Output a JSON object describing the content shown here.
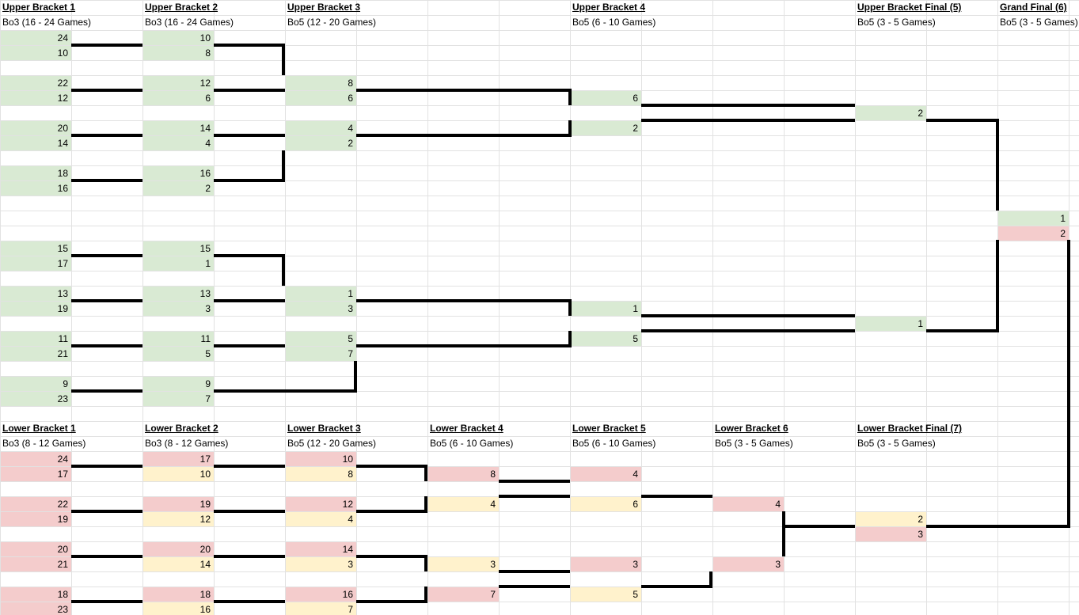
{
  "sheet": {
    "colors": {
      "background": "#ffffff",
      "gridline": "#e2e2e2",
      "line": "#000000",
      "text": "#000000",
      "green": "#d9ead3",
      "red": "#f4cccc",
      "yellow": "#fff2cc"
    },
    "headers": [
      {
        "col": 0,
        "row": 1,
        "title": "Upper Bracket 1",
        "sub": "Bo3 (16 - 24 Games)"
      },
      {
        "col": 2,
        "row": 1,
        "title": "Upper Bracket 2",
        "sub": "Bo3 (16 - 24 Games)"
      },
      {
        "col": 4,
        "row": 1,
        "title": "Upper Bracket 3",
        "sub": "Bo5 (12 - 20 Games)"
      },
      {
        "col": 8,
        "row": 1,
        "title": "Upper Bracket 4",
        "sub": "Bo5 (6 - 10 Games)"
      },
      {
        "col": 12,
        "row": 1,
        "title": "Upper Bracket Final (5)",
        "sub": "Bo5 (3 - 5 Games)"
      },
      {
        "col": 14,
        "row": 1,
        "title": "Grand Final (6)",
        "sub": "Bo5 (3 - 5 Games)"
      },
      {
        "col": 0,
        "row": 29,
        "title": "Lower Bracket 1",
        "sub": "Bo3 (8 - 12 Games)"
      },
      {
        "col": 2,
        "row": 29,
        "title": "Lower Bracket 2",
        "sub": "Bo3 (8 - 12 Games)"
      },
      {
        "col": 4,
        "row": 29,
        "title": "Lower Bracket 3",
        "sub": "Bo5 (12 - 20 Games)"
      },
      {
        "col": 6,
        "row": 29,
        "title": "Lower Bracket 4",
        "sub": "Bo5 (6 - 10 Games)"
      },
      {
        "col": 8,
        "row": 29,
        "title": "Lower Bracket 5",
        "sub": "Bo5 (6 - 10 Games)"
      },
      {
        "col": 10,
        "row": 29,
        "title": "Lower Bracket 6",
        "sub": "Bo5 (3 - 5 Games)"
      },
      {
        "col": 12,
        "row": 29,
        "title": "Lower Bracket Final (7)",
        "sub": "Bo5 (3 - 5 Games)"
      }
    ],
    "cells": [
      {
        "c": 0,
        "r": 3,
        "v": "24",
        "k": "g"
      },
      {
        "c": 0,
        "r": 4,
        "v": "10",
        "k": "g"
      },
      {
        "c": 0,
        "r": 6,
        "v": "22",
        "k": "g"
      },
      {
        "c": 0,
        "r": 7,
        "v": "12",
        "k": "g"
      },
      {
        "c": 0,
        "r": 9,
        "v": "20",
        "k": "g"
      },
      {
        "c": 0,
        "r": 10,
        "v": "14",
        "k": "g"
      },
      {
        "c": 0,
        "r": 12,
        "v": "18",
        "k": "g"
      },
      {
        "c": 0,
        "r": 13,
        "v": "16",
        "k": "g"
      },
      {
        "c": 0,
        "r": 17,
        "v": "15",
        "k": "g"
      },
      {
        "c": 0,
        "r": 18,
        "v": "17",
        "k": "g"
      },
      {
        "c": 0,
        "r": 20,
        "v": "13",
        "k": "g"
      },
      {
        "c": 0,
        "r": 21,
        "v": "19",
        "k": "g"
      },
      {
        "c": 0,
        "r": 23,
        "v": "11",
        "k": "g"
      },
      {
        "c": 0,
        "r": 24,
        "v": "21",
        "k": "g"
      },
      {
        "c": 0,
        "r": 26,
        "v": "9",
        "k": "g"
      },
      {
        "c": 0,
        "r": 27,
        "v": "23",
        "k": "g"
      },
      {
        "c": 2,
        "r": 3,
        "v": "10",
        "k": "g"
      },
      {
        "c": 2,
        "r": 4,
        "v": "8",
        "k": "g"
      },
      {
        "c": 2,
        "r": 6,
        "v": "12",
        "k": "g"
      },
      {
        "c": 2,
        "r": 7,
        "v": "6",
        "k": "g"
      },
      {
        "c": 2,
        "r": 9,
        "v": "14",
        "k": "g"
      },
      {
        "c": 2,
        "r": 10,
        "v": "4",
        "k": "g"
      },
      {
        "c": 2,
        "r": 12,
        "v": "16",
        "k": "g"
      },
      {
        "c": 2,
        "r": 13,
        "v": "2",
        "k": "g"
      },
      {
        "c": 2,
        "r": 17,
        "v": "15",
        "k": "g"
      },
      {
        "c": 2,
        "r": 18,
        "v": "1",
        "k": "g"
      },
      {
        "c": 2,
        "r": 20,
        "v": "13",
        "k": "g"
      },
      {
        "c": 2,
        "r": 21,
        "v": "3",
        "k": "g"
      },
      {
        "c": 2,
        "r": 23,
        "v": "11",
        "k": "g"
      },
      {
        "c": 2,
        "r": 24,
        "v": "5",
        "k": "g"
      },
      {
        "c": 2,
        "r": 26,
        "v": "9",
        "k": "g"
      },
      {
        "c": 2,
        "r": 27,
        "v": "7",
        "k": "g"
      },
      {
        "c": 4,
        "r": 6,
        "v": "8",
        "k": "g"
      },
      {
        "c": 4,
        "r": 7,
        "v": "6",
        "k": "g"
      },
      {
        "c": 4,
        "r": 9,
        "v": "4",
        "k": "g"
      },
      {
        "c": 4,
        "r": 10,
        "v": "2",
        "k": "g"
      },
      {
        "c": 4,
        "r": 20,
        "v": "1",
        "k": "g"
      },
      {
        "c": 4,
        "r": 21,
        "v": "3",
        "k": "g"
      },
      {
        "c": 4,
        "r": 23,
        "v": "5",
        "k": "g"
      },
      {
        "c": 4,
        "r": 24,
        "v": "7",
        "k": "g"
      },
      {
        "c": 8,
        "r": 7,
        "v": "6",
        "k": "g"
      },
      {
        "c": 8,
        "r": 9,
        "v": "2",
        "k": "g"
      },
      {
        "c": 8,
        "r": 21,
        "v": "1",
        "k": "g"
      },
      {
        "c": 8,
        "r": 23,
        "v": "5",
        "k": "g"
      },
      {
        "c": 12,
        "r": 8,
        "v": "2",
        "k": "g"
      },
      {
        "c": 12,
        "r": 22,
        "v": "1",
        "k": "g"
      },
      {
        "c": 14,
        "r": 15,
        "v": "1",
        "k": "g"
      },
      {
        "c": 14,
        "r": 16,
        "v": "2",
        "k": "r"
      },
      {
        "c": 0,
        "r": 31,
        "v": "24",
        "k": "r"
      },
      {
        "c": 0,
        "r": 32,
        "v": "17",
        "k": "r"
      },
      {
        "c": 0,
        "r": 34,
        "v": "22",
        "k": "r"
      },
      {
        "c": 0,
        "r": 35,
        "v": "19",
        "k": "r"
      },
      {
        "c": 0,
        "r": 37,
        "v": "20",
        "k": "r"
      },
      {
        "c": 0,
        "r": 38,
        "v": "21",
        "k": "r"
      },
      {
        "c": 0,
        "r": 40,
        "v": "18",
        "k": "r"
      },
      {
        "c": 0,
        "r": 41,
        "v": "23",
        "k": "r"
      },
      {
        "c": 2,
        "r": 31,
        "v": "17",
        "k": "r"
      },
      {
        "c": 2,
        "r": 32,
        "v": "10",
        "k": "y"
      },
      {
        "c": 2,
        "r": 34,
        "v": "19",
        "k": "r"
      },
      {
        "c": 2,
        "r": 35,
        "v": "12",
        "k": "y"
      },
      {
        "c": 2,
        "r": 37,
        "v": "20",
        "k": "r"
      },
      {
        "c": 2,
        "r": 38,
        "v": "14",
        "k": "y"
      },
      {
        "c": 2,
        "r": 40,
        "v": "18",
        "k": "r"
      },
      {
        "c": 2,
        "r": 41,
        "v": "16",
        "k": "y"
      },
      {
        "c": 4,
        "r": 31,
        "v": "10",
        "k": "r"
      },
      {
        "c": 4,
        "r": 32,
        "v": "8",
        "k": "y"
      },
      {
        "c": 4,
        "r": 34,
        "v": "12",
        "k": "r"
      },
      {
        "c": 4,
        "r": 35,
        "v": "4",
        "k": "y"
      },
      {
        "c": 4,
        "r": 37,
        "v": "14",
        "k": "r"
      },
      {
        "c": 4,
        "r": 38,
        "v": "3",
        "k": "y"
      },
      {
        "c": 4,
        "r": 40,
        "v": "16",
        "k": "r"
      },
      {
        "c": 4,
        "r": 41,
        "v": "7",
        "k": "y"
      },
      {
        "c": 6,
        "r": 32,
        "v": "8",
        "k": "r"
      },
      {
        "c": 6,
        "r": 34,
        "v": "4",
        "k": "y"
      },
      {
        "c": 6,
        "r": 38,
        "v": "3",
        "k": "y"
      },
      {
        "c": 6,
        "r": 40,
        "v": "7",
        "k": "r"
      },
      {
        "c": 8,
        "r": 32,
        "v": "4",
        "k": "r"
      },
      {
        "c": 8,
        "r": 34,
        "v": "6",
        "k": "y"
      },
      {
        "c": 8,
        "r": 38,
        "v": "3",
        "k": "r"
      },
      {
        "c": 8,
        "r": 40,
        "v": "5",
        "k": "y"
      },
      {
        "c": 10,
        "r": 34,
        "v": "4",
        "k": "r"
      },
      {
        "c": 10,
        "r": 38,
        "v": "3",
        "k": "r"
      },
      {
        "c": 12,
        "r": 35,
        "v": "2",
        "k": "y"
      },
      {
        "c": 12,
        "r": 36,
        "v": "3",
        "k": "r"
      }
    ],
    "connectors": {
      "h": [
        [
          57,
          90,
          180
        ],
        [
          57,
          270,
          360
        ],
        [
          114,
          90,
          180
        ],
        [
          114,
          270,
          360
        ],
        [
          171,
          90,
          180
        ],
        [
          171,
          270,
          360
        ],
        [
          228,
          90,
          180
        ],
        [
          228,
          270,
          360
        ],
        [
          114,
          450,
          722
        ],
        [
          171,
          450,
          722
        ],
        [
          133,
          810,
          1080
        ],
        [
          152,
          810,
          1080
        ],
        [
          323,
          90,
          180
        ],
        [
          323,
          270,
          360
        ],
        [
          380,
          90,
          180
        ],
        [
          380,
          270,
          360
        ],
        [
          437,
          90,
          180
        ],
        [
          437,
          270,
          360
        ],
        [
          494,
          90,
          180
        ],
        [
          494,
          270,
          451
        ],
        [
          380,
          450,
          722
        ],
        [
          437,
          450,
          722
        ],
        [
          399,
          810,
          1080
        ],
        [
          418,
          810,
          1080
        ],
        [
          152,
          1170,
          1262
        ],
        [
          418,
          1170,
          1262
        ],
        [
          665,
          1170,
          1352
        ],
        [
          589,
          90,
          180
        ],
        [
          589,
          270,
          360
        ],
        [
          589,
          450,
          540
        ],
        [
          646,
          90,
          180
        ],
        [
          646,
          270,
          360
        ],
        [
          646,
          450,
          540
        ],
        [
          703,
          90,
          180
        ],
        [
          703,
          270,
          360
        ],
        [
          703,
          450,
          540
        ],
        [
          760,
          90,
          180
        ],
        [
          760,
          270,
          360
        ],
        [
          760,
          450,
          540
        ],
        [
          608,
          630,
          720
        ],
        [
          627,
          630,
          720
        ],
        [
          627,
          810,
          900
        ],
        [
          722,
          630,
          720
        ],
        [
          741,
          630,
          720
        ],
        [
          741,
          810,
          900
        ],
        [
          665,
          990,
          1080
        ]
      ],
      "v": [
        [
          358,
          57,
          95
        ],
        [
          358,
          190,
          228
        ],
        [
          358,
          323,
          361
        ],
        [
          449,
          456,
          494
        ],
        [
          720,
          114,
          133
        ],
        [
          720,
          152,
          171
        ],
        [
          720,
          380,
          399
        ],
        [
          720,
          418,
          437
        ],
        [
          1260,
          152,
          266
        ],
        [
          1260,
          303,
          418
        ],
        [
          1350,
          303,
          665
        ],
        [
          538,
          589,
          608
        ],
        [
          538,
          627,
          646
        ],
        [
          538,
          703,
          722
        ],
        [
          538,
          741,
          760
        ],
        [
          898,
          722,
          741
        ],
        [
          990,
          646,
          703
        ]
      ]
    }
  }
}
